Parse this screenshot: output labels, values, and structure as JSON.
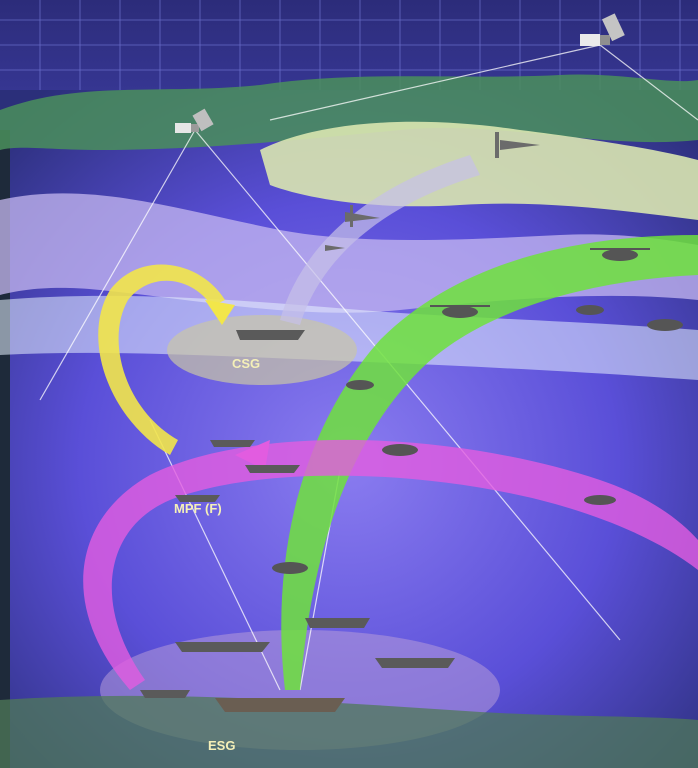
{
  "labels": {
    "csg": "CSG",
    "mpf": "MPF (F)",
    "esg": "ESG"
  },
  "colors": {
    "label_text": "#f5f0b8",
    "grid": "#9aa0ff",
    "yellow_arrow": "#f2e64a",
    "green_arrow": "#6fe23c",
    "magenta_arrow": "#e25ce0",
    "ocean_dark": "#2b2f7a",
    "ocean_mid": "#6a5ce8",
    "cloud": "#d9e6b0"
  },
  "icons": [
    "satellite-icon",
    "aircraft-icon",
    "helicopter-icon",
    "ship-icon",
    "carrier-icon"
  ]
}
